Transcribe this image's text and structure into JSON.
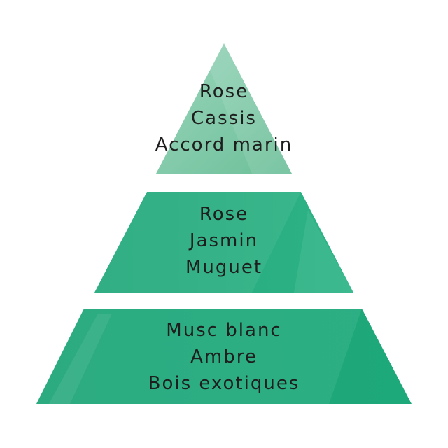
{
  "pyramid": {
    "colors": {
      "top": "#7ec9a7",
      "middle": "#27ad80",
      "base": "#1aa878",
      "highlight": "#ffffff"
    },
    "tiers": {
      "top": [
        "Rose",
        "Cassis",
        "Accord marin"
      ],
      "middle": [
        "Rose",
        "Jasmin",
        "Muguet"
      ],
      "base": [
        "Musc blanc",
        "Ambre",
        "Bois exotiques"
      ]
    }
  }
}
